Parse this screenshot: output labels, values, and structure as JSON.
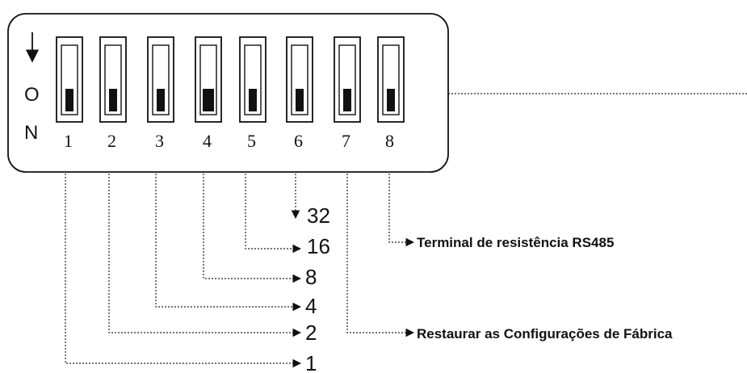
{
  "on_label": [
    "O",
    "N"
  ],
  "switches": [
    {
      "number": "1"
    },
    {
      "number": "2"
    },
    {
      "number": "3"
    },
    {
      "number": "4"
    },
    {
      "number": "5"
    },
    {
      "number": "6"
    },
    {
      "number": "7"
    },
    {
      "number": "8"
    }
  ],
  "values": [
    "32",
    "16",
    "8",
    "4",
    "2",
    "1"
  ],
  "labels": {
    "terminal": "Terminal de resistência RS485",
    "restore": "Restaurar as Configurações de Fábrica"
  }
}
